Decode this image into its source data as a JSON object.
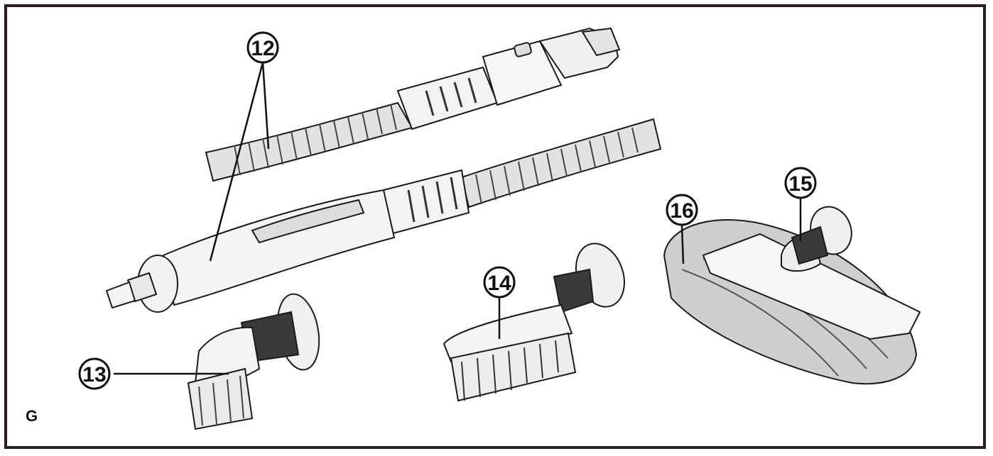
{
  "figure_label": "G",
  "callouts": [
    {
      "id": "12",
      "label": "12"
    },
    {
      "id": "13",
      "label": "13"
    },
    {
      "id": "14",
      "label": "14"
    },
    {
      "id": "15",
      "label": "15"
    },
    {
      "id": "16",
      "label": "16"
    }
  ],
  "parts": [
    "steam-hose",
    "hose-handle-nozzle",
    "round-brush-angled",
    "flat-brush",
    "brush-adapter",
    "floor-cloth-head"
  ],
  "colors": {
    "frame": "#2a1e1e",
    "line": "#1a1a1a",
    "hose": "#d8d8d8",
    "cloth": "#c9c9c9"
  }
}
